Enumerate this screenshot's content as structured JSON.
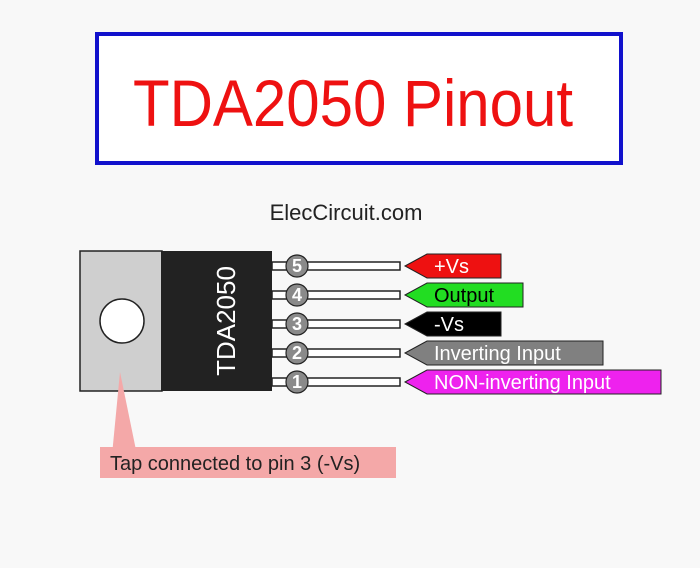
{
  "title": "TDA2050 Pinout",
  "site": "ElecCircuit.com",
  "chip": {
    "name": "TDA2050",
    "tab_note": "Tap connected to pin 3 (-Vs)"
  },
  "pins": [
    {
      "number": "5",
      "label": "+Vs",
      "color": "#ee1111",
      "text_color": "#ffffff"
    },
    {
      "number": "4",
      "label": "Output",
      "color": "#22dd22",
      "text_color": "#000000"
    },
    {
      "number": "3",
      "label": "-Vs",
      "color": "#000000",
      "text_color": "#ffffff"
    },
    {
      "number": "2",
      "label": "Inverting Input",
      "color": "#808080",
      "text_color": "#ffffff"
    },
    {
      "number": "1",
      "label": "NON-inverting Input",
      "color": "#ee22ee",
      "text_color": "#ffffff"
    }
  ],
  "colors": {
    "title_text": "#ee1111",
    "title_border": "#1111cc",
    "chip_body": "#222222",
    "tab": "#cfcfcf",
    "note_bg": "#f4a8a8"
  }
}
